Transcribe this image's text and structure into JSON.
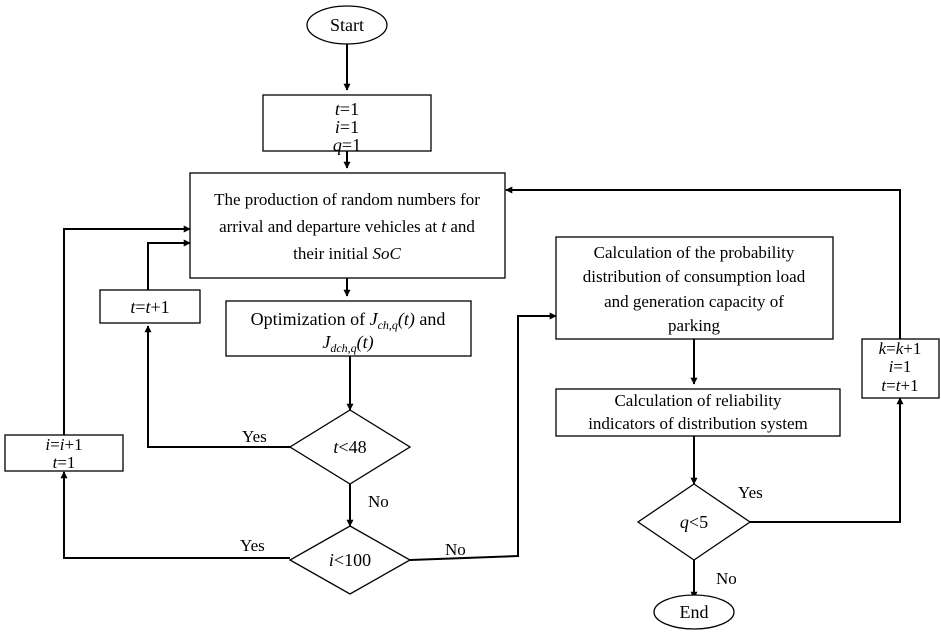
{
  "start": {
    "label": "Start"
  },
  "end": {
    "label": "End"
  },
  "init_box": {
    "l1": {
      "v": "t",
      "r": "=1"
    },
    "l2": {
      "v": "i",
      "r": "=1"
    },
    "l3": {
      "v": "q",
      "r": "=1"
    }
  },
  "random_box": {
    "line1": "The production of random numbers for",
    "line2_a": "arrival and departure vehicles at ",
    "line2_b": "t",
    "line2_c": " and",
    "line3_a": "their initial ",
    "line3_b": "SoC"
  },
  "t_incr_box": {
    "a": "t",
    "b": "=",
    "c": "t",
    "d": "+1"
  },
  "optimization_box": {
    "line1_a": "Optimization of ",
    "line1_J": "J",
    "line1_sub": "ch,q",
    "line1_arg": "(t)",
    "line1_end": " and",
    "line2_J": "J",
    "line2_sub": "dch,q",
    "line2_arg": "(t)"
  },
  "i_incr_box": {
    "l1": {
      "a": "i",
      "b": "=",
      "c": "i",
      "d": "+1"
    },
    "l2": {
      "a": "t",
      "b": "=1"
    }
  },
  "prob_box": {
    "line1": "Calculation of the probability",
    "line2": "distribution of consumption load",
    "line3": "and generation capacity of",
    "line4": "parking"
  },
  "reliability_box": {
    "line1": "Calculation of reliability",
    "line2": "indicators of distribution system"
  },
  "k_box": {
    "l1": {
      "a": "k",
      "b": "=",
      "c": "k",
      "d": "+1"
    },
    "l2": {
      "a": "i",
      "b": "=1"
    },
    "l3": {
      "a": "t",
      "b": "=",
      "c": "t",
      "d": "+1"
    }
  },
  "decision_t": {
    "v": "t",
    "r": "<48"
  },
  "decision_i": {
    "v": "i",
    "r": "<100"
  },
  "decision_q": {
    "v": "q",
    "r": "<5"
  },
  "edge_labels": {
    "t_yes": "Yes",
    "t_no": "No",
    "i_yes": "Yes",
    "i_no": "No",
    "q_yes": "Yes",
    "q_no": "No"
  }
}
